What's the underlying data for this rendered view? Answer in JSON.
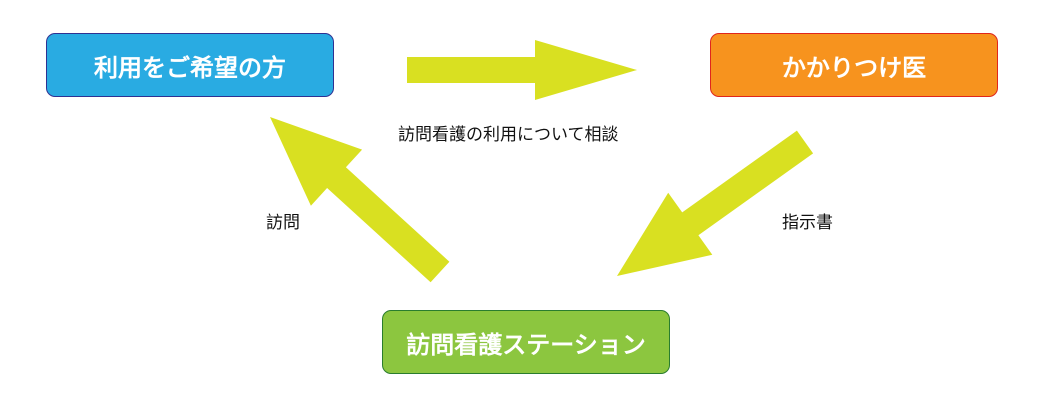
{
  "nodes": {
    "user": {
      "label": "利用をご希望の方",
      "color": "#29abe2"
    },
    "doctor": {
      "label": "かかりつけ医",
      "color": "#f7931e"
    },
    "station": {
      "label": "訪問看護ステーション",
      "color": "#8cc63f"
    }
  },
  "edges": {
    "consult": {
      "label": "訪問看護の利用について相談"
    },
    "instruction": {
      "label": "指示書"
    },
    "visit": {
      "label": "訪問"
    }
  },
  "arrow_color": "#d9e021"
}
